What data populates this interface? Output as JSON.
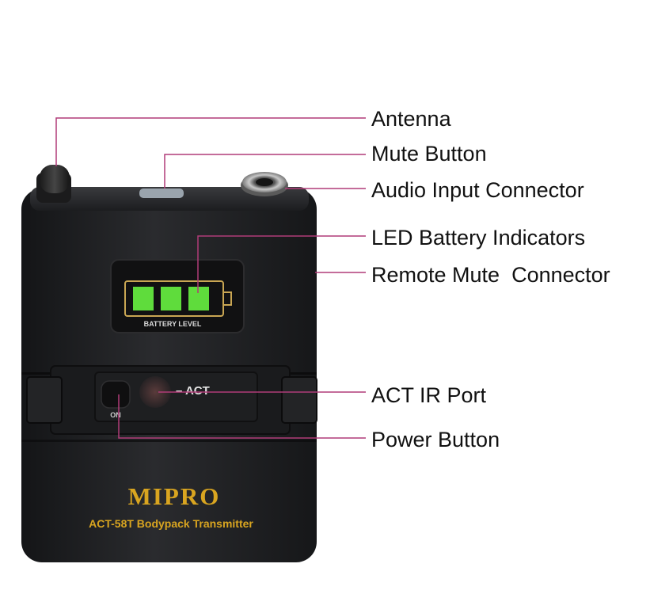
{
  "callouts": [
    {
      "id": "antenna",
      "label": "Antenna"
    },
    {
      "id": "mute-button",
      "label": "Mute Button"
    },
    {
      "id": "audio-input-connector",
      "label": "Audio Input Connector"
    },
    {
      "id": "led-battery-indicators",
      "label": "LED Battery Indicators"
    },
    {
      "id": "remote-mute-connector",
      "label": "Remote Mute  Connector"
    },
    {
      "id": "act-ir-port",
      "label": "ACT IR Port"
    },
    {
      "id": "power-button",
      "label": "Power Button"
    }
  ],
  "device": {
    "battery_label": "BATTERY LEVEL",
    "act_label": "– ACT",
    "on_label": "ON",
    "brand": "MIPRO",
    "model_text": "ACT-58T  Bodypack  Transmitter",
    "led_count": 3
  },
  "colors": {
    "callout_line": "#b03c78",
    "label_text": "#111111",
    "body": "#1e1f21",
    "led_green": "#5fdc3c",
    "brand_gold": "#d9a520"
  }
}
